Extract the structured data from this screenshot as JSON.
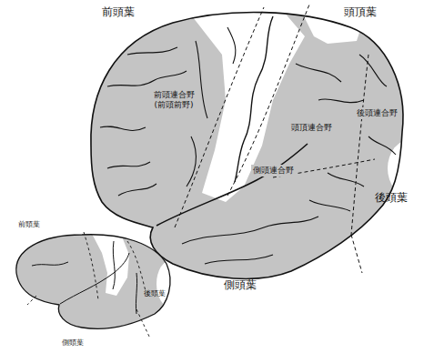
{
  "diagram": {
    "labels": [
      "前頭葉",
      "頭頂葉",
      "前頭連合野 (前頭前野)",
      "頭頂連合野",
      "後頭連合野",
      "側頭連合野",
      "後頭葉",
      "側頭葉",
      "前頭葉",
      "後頭葉",
      "側頭葉"
    ]
  }
}
